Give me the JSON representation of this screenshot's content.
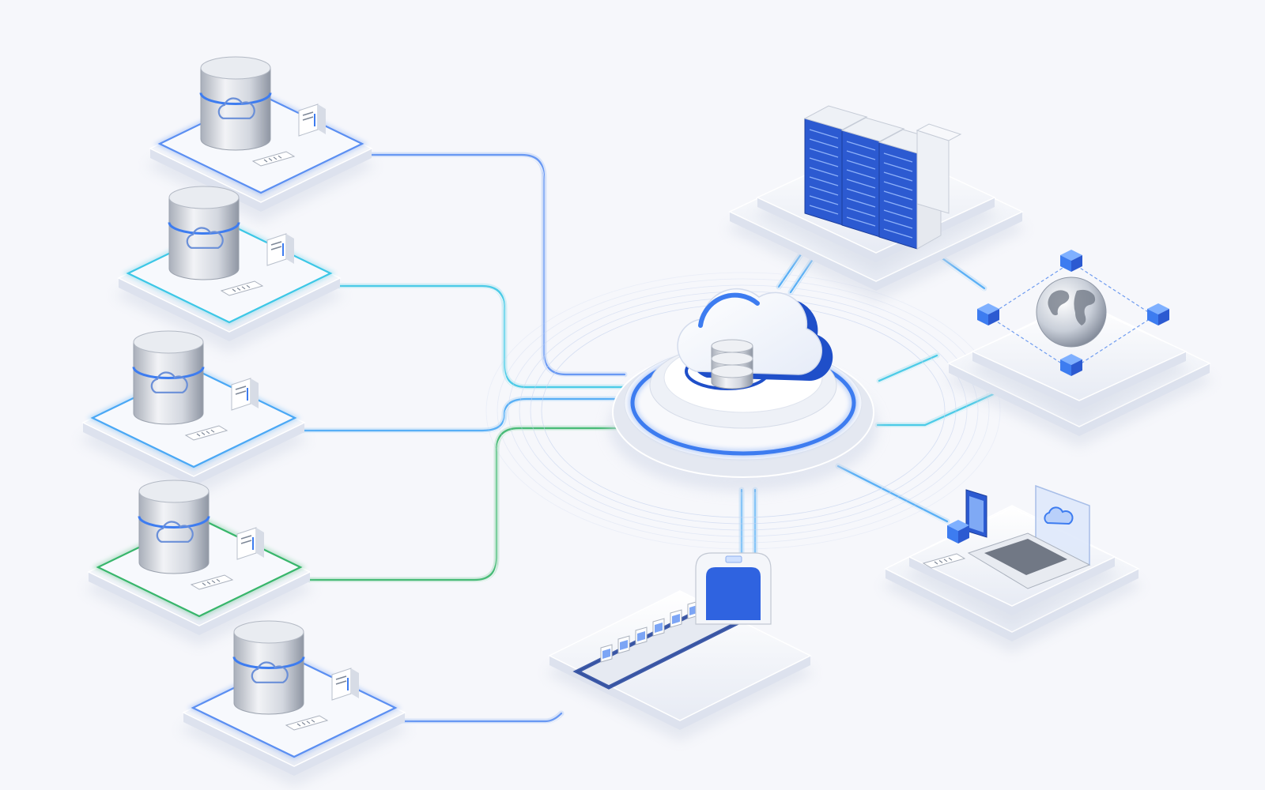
{
  "colors": {
    "background": "#f6f7fb",
    "platform_top": "#f3f5fb",
    "platform_side": "#dde2ee",
    "blue": "#3d7cf0",
    "blue_dark": "#1f4fc9",
    "cyan": "#3cc7e6",
    "green": "#38b66b",
    "sky": "#4aa8f5",
    "steel": "#c7ccd6"
  },
  "icons": {
    "hub": "cloud-database-icon",
    "storage": "database-cylinder-icon",
    "servers": "server-rack-icon",
    "globe": "globe-icon",
    "devices": "laptop-icon",
    "pipeline": "conveyor-scanner-icon"
  },
  "sources": [
    {
      "id": "source-db-1",
      "accent": "#5b8ff2"
    },
    {
      "id": "source-db-2",
      "accent": "#3cc7e6"
    },
    {
      "id": "source-db-3",
      "accent": "#4aa8f5"
    },
    {
      "id": "source-db-4",
      "accent": "#38b66b"
    },
    {
      "id": "source-db-5",
      "accent": "#5b8ff2"
    }
  ],
  "targets": [
    "server-rack",
    "global-network",
    "client-devices",
    "processing-pipeline"
  ]
}
